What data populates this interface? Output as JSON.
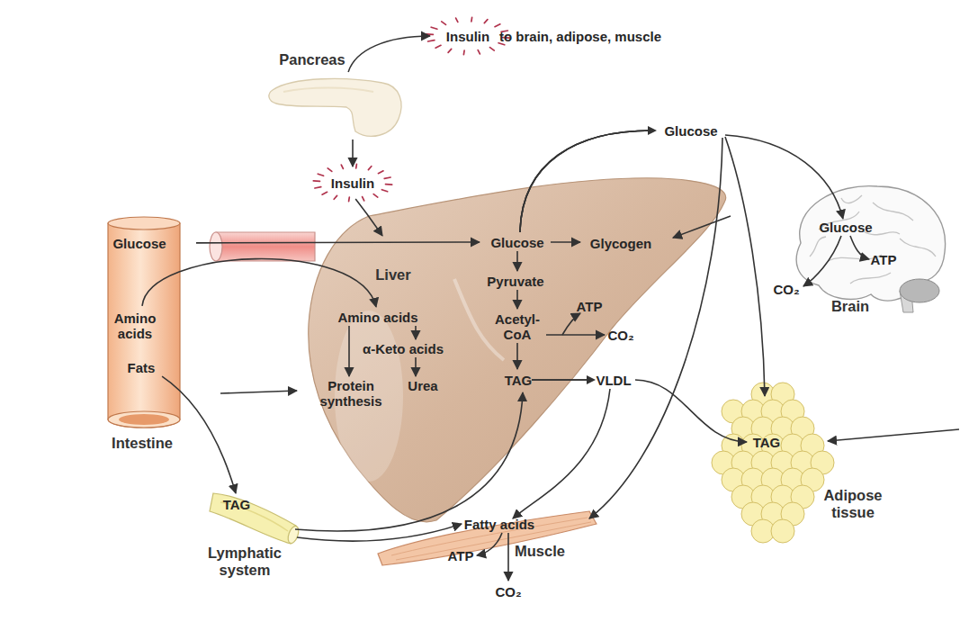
{
  "diagram": {
    "nodes": [
      {
        "text": [
          "Insulin"
        ]
      },
      {
        "text": [
          "Pancreas"
        ]
      },
      {
        "text": [
          "Insulin"
        ]
      },
      {
        "text": [
          "Glucose",
          "ATP",
          "CO₂",
          "Brain"
        ]
      },
      {
        "text": [
          "Glucose",
          "Glycogen",
          "Pyruvate",
          "Liver",
          "Amino acids",
          "Acetyl-CoA",
          "ATP",
          "CO₂",
          "α-Keto acids",
          "Protein synthesis",
          "Urea",
          "TAG"
        ]
      },
      {
        "text": [
          "Glucose",
          "Amino acids",
          "Fats",
          "Intestine"
        ]
      },
      {
        "text": [
          "TAG",
          "Adipose tissue"
        ]
      },
      {
        "text": [
          "TAG",
          "Lymphatic system"
        ]
      },
      {
        "text": [
          "Fatty acids",
          "ATP",
          "Muscle",
          "CO₂"
        ]
      }
    ],
    "edges": [
      {
        "from": 1,
        "to": 0,
        "arrow": "to"
      },
      {
        "from": 1,
        "to": 2,
        "arrow": "to"
      },
      {
        "from": 2,
        "to": 4,
        "arrow": "to"
      },
      {
        "from": 5,
        "to": 4,
        "arrow": "to"
      },
      {
        "from": 5,
        "to": 4,
        "arrow": "to"
      },
      {
        "from": 5,
        "to": 7,
        "arrow": "to"
      },
      {
        "from": 7,
        "to": 4,
        "arrow": "to"
      },
      {
        "from": 7,
        "to": 8,
        "arrow": "to"
      },
      {
        "from": 4,
        "to": 3,
        "arrow": "to"
      },
      {
        "from": 4,
        "to": 6,
        "arrow": "to"
      },
      {
        "from": 4,
        "to": 6,
        "arrow": "to"
      },
      {
        "from": 4,
        "to": 8,
        "arrow": "to"
      },
      {
        "from": 4,
        "to": 8,
        "arrow": "to"
      }
    ],
    "labels": [
      "to brain, adipose, muscle",
      "Glucose",
      "VLDL"
    ]
  }
}
